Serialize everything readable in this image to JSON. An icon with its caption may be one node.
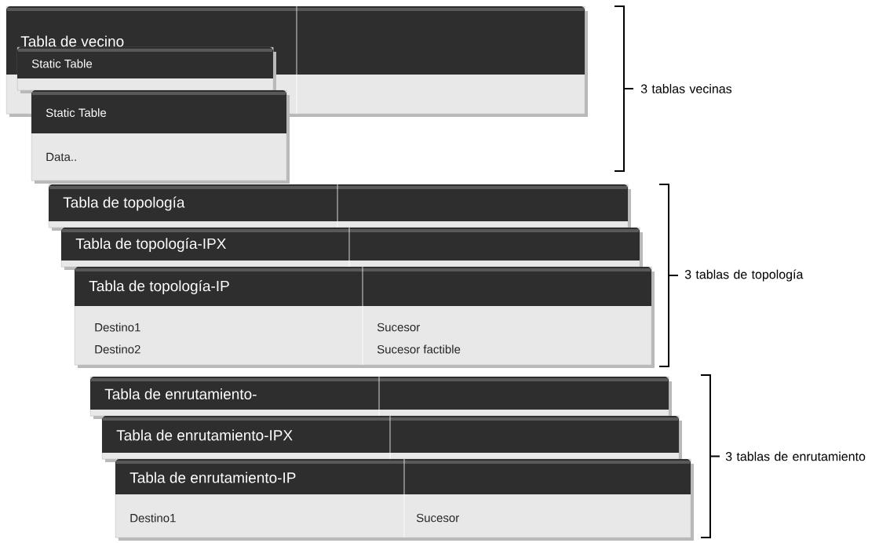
{
  "diagram": {
    "nodes": [
      {
        "text": [
          "Tabla de vecino"
        ]
      },
      {
        "text": [
          "Static Table"
        ],
        "in": 0
      },
      {
        "text": [
          "Static Table",
          "Data.."
        ]
      },
      {
        "text": [
          "Tabla de topología"
        ]
      },
      {
        "text": [
          "Tabla de topología-IPX"
        ]
      },
      {
        "text": [
          "Tabla de topología-IP",
          "Destino1",
          "Destino2",
          "Sucesor",
          "Sucesor factible"
        ]
      },
      {
        "text": [
          "Tabla de enrutamiento-"
        ]
      },
      {
        "text": [
          "Tabla de enrutamiento-IPX"
        ]
      },
      {
        "text": [
          "Tabla de enrutamiento-IP",
          "Destino1",
          "Sucesor"
        ]
      }
    ],
    "labels": [
      "3 tablas vecinas",
      "3 tablas de topología",
      "3 tablas de enrutamiento"
    ]
  }
}
